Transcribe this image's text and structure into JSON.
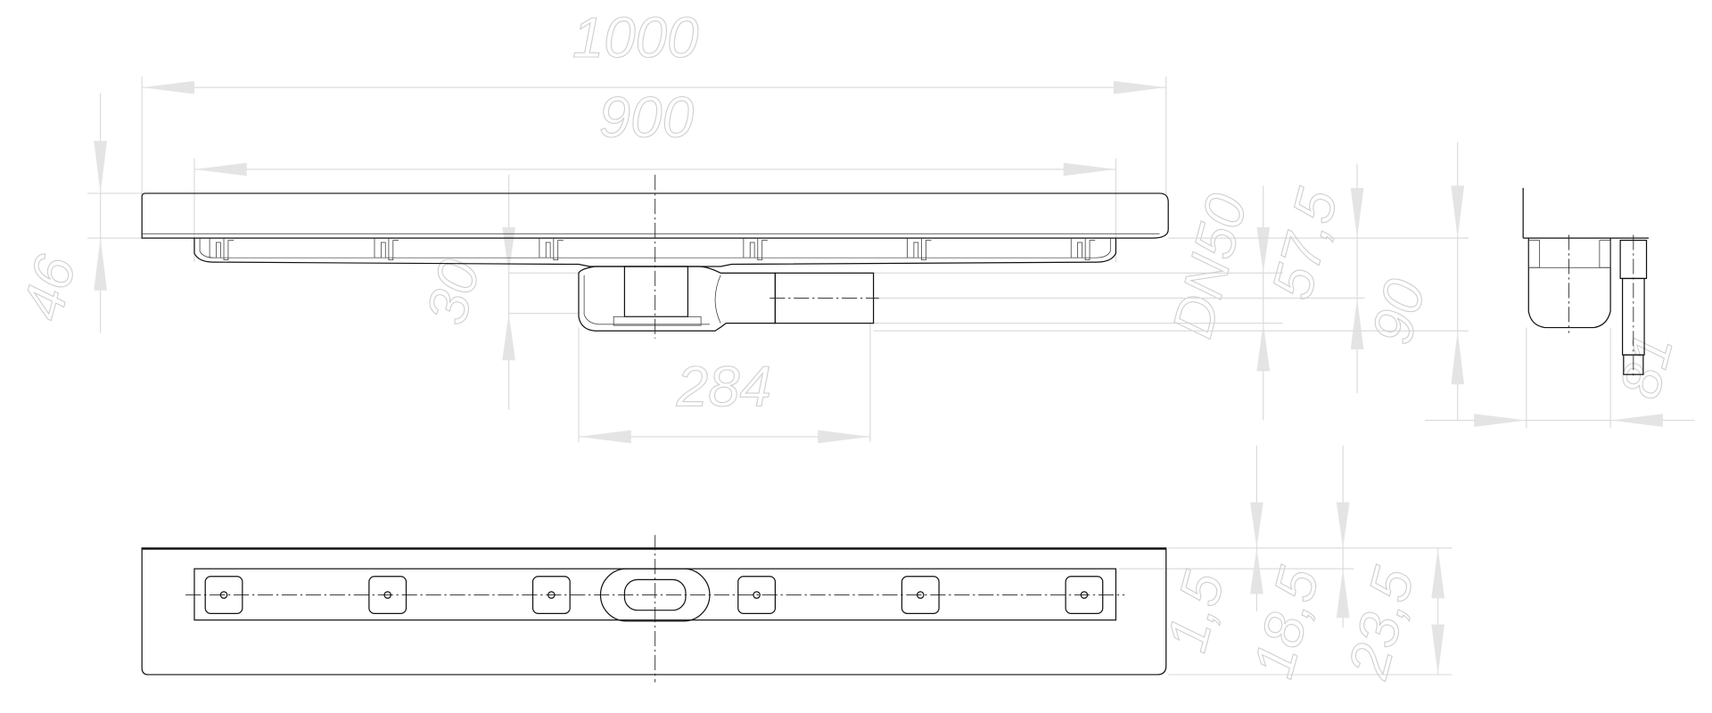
{
  "drawing": {
    "views": [
      "front-view",
      "side-view",
      "top-view"
    ],
    "dimensions": {
      "overall_length": "1000",
      "channel_length": "900",
      "height_total": "46",
      "height_drain": "30",
      "drain_offset": "284",
      "outlet": "DN50",
      "outlet_height": "57,5",
      "depth_total": "90",
      "side_width": "81",
      "top_offset_1": "1,5",
      "top_offset_2": "18,5",
      "top_offset_3": "23,5"
    },
    "colors": {
      "outline": "#111111",
      "dimension": "#dcdcdc",
      "dimension_text": "#cfcfcf"
    }
  }
}
